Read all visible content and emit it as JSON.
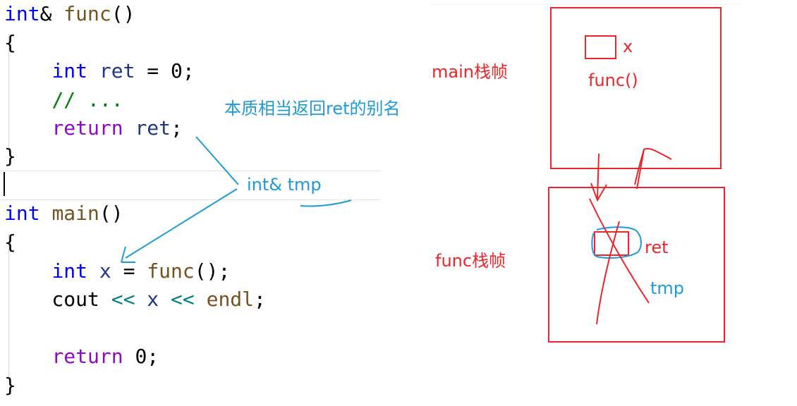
{
  "code": {
    "lines": [
      [
        {
          "t": "int",
          "c": "kw-int"
        },
        {
          "t": "& ",
          "c": "plain"
        },
        {
          "t": "func",
          "c": "func"
        },
        {
          "t": "()",
          "c": "plain"
        }
      ],
      [
        {
          "t": "{",
          "c": "plain"
        }
      ],
      [
        {
          "t": "    ",
          "c": "plain"
        },
        {
          "t": "int",
          "c": "kw-int"
        },
        {
          "t": " ",
          "c": "plain"
        },
        {
          "t": "ret",
          "c": "ident"
        },
        {
          "t": " = 0;",
          "c": "plain"
        }
      ],
      [
        {
          "t": "    ",
          "c": "plain"
        },
        {
          "t": "// ...",
          "c": "cmt"
        }
      ],
      [
        {
          "t": "    ",
          "c": "plain"
        },
        {
          "t": "return",
          "c": "kw-ctrl"
        },
        {
          "t": " ",
          "c": "plain"
        },
        {
          "t": "ret",
          "c": "ident"
        },
        {
          "t": ";",
          "c": "plain"
        }
      ],
      [
        {
          "t": "}",
          "c": "plain"
        }
      ],
      [
        {
          "t": "",
          "c": "plain"
        }
      ],
      [
        {
          "t": "int",
          "c": "kw-int"
        },
        {
          "t": " ",
          "c": "plain"
        },
        {
          "t": "main",
          "c": "func"
        },
        {
          "t": "()",
          "c": "plain"
        }
      ],
      [
        {
          "t": "{",
          "c": "plain"
        }
      ],
      [
        {
          "t": "    ",
          "c": "plain"
        },
        {
          "t": "int",
          "c": "kw-int"
        },
        {
          "t": " ",
          "c": "plain"
        },
        {
          "t": "x",
          "c": "ident"
        },
        {
          "t": " = ",
          "c": "plain"
        },
        {
          "t": "func",
          "c": "func"
        },
        {
          "t": "();",
          "c": "plain"
        }
      ],
      [
        {
          "t": "    cout ",
          "c": "plain"
        },
        {
          "t": "<<",
          "c": "op"
        },
        {
          "t": " ",
          "c": "plain"
        },
        {
          "t": "x",
          "c": "ident"
        },
        {
          "t": " ",
          "c": "plain"
        },
        {
          "t": "<<",
          "c": "op"
        },
        {
          "t": " ",
          "c": "plain"
        },
        {
          "t": "endl",
          "c": "func"
        },
        {
          "t": ";",
          "c": "plain"
        }
      ],
      [
        {
          "t": "",
          "c": "plain"
        }
      ],
      [
        {
          "t": "    ",
          "c": "plain"
        },
        {
          "t": "return",
          "c": "kw-ctrl"
        },
        {
          "t": " 0;",
          "c": "plain"
        }
      ],
      [
        {
          "t": "}",
          "c": "plain"
        }
      ]
    ]
  },
  "annotations": {
    "alias_note": "本质相当返回ret的别名",
    "temp_label": "int& tmp",
    "main_frame_label": "main栈帧",
    "func_frame_label": "func栈帧",
    "var_x": "x",
    "call_func": "func()",
    "var_ret": "ret",
    "var_tmp": "tmp"
  },
  "colors": {
    "red": "#e8262b",
    "blue": "#1e9bd7"
  }
}
